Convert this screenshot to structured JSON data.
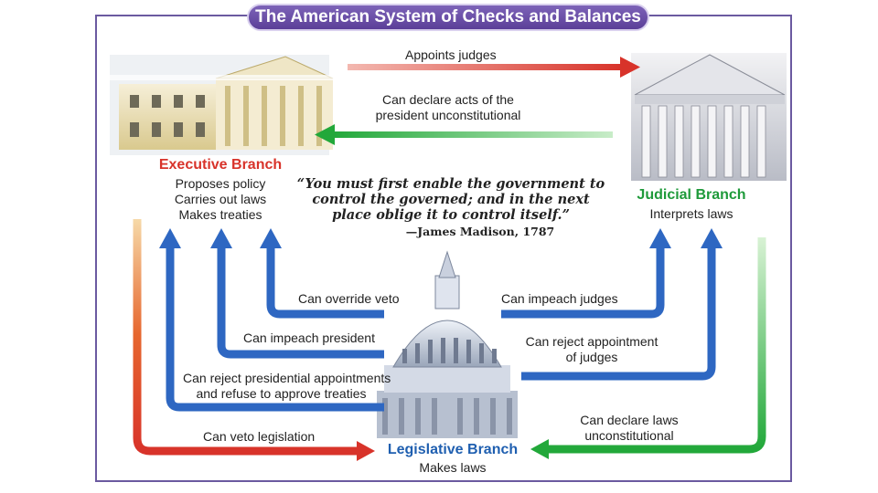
{
  "title": "The American System of Checks and Balances",
  "branches": {
    "executive": {
      "name": "Executive Branch",
      "duties": [
        "Proposes policy",
        "Carries out laws",
        "Makes treaties"
      ]
    },
    "judicial": {
      "name": "Judicial Branch",
      "duties": [
        "Interprets laws"
      ]
    },
    "legislative": {
      "name": "Legislative Branch",
      "duties": [
        "Makes laws"
      ]
    }
  },
  "quote": {
    "text": "“You must first enable the government to control the governed; and in the next place oblige it to control itself.”",
    "attribution": "—James Madison, 1787"
  },
  "checks": {
    "appoints_judges": "Appoints judges",
    "declare_acts_unconstitutional": [
      "Can declare acts of the",
      "president unconstitutional"
    ],
    "override_veto": "Can override veto",
    "impeach_president": "Can impeach president",
    "reject_appointments": [
      "Can reject presidential appointments",
      "and refuse to approve treaties"
    ],
    "veto_legislation": "Can veto legislation",
    "impeach_judges": "Can impeach judges",
    "reject_judge_appointment": [
      "Can reject appointment",
      "of judges"
    ],
    "declare_laws_unconstitutional": [
      "Can declare laws",
      "unconstitutional"
    ]
  },
  "colors": {
    "executive": "#d8332a",
    "judicial": "#1e9a3a",
    "legislative": "#1f5fb0",
    "frame": "#6b5aa0"
  },
  "images": [
    "white-house",
    "supreme-court",
    "capitol-dome"
  ]
}
